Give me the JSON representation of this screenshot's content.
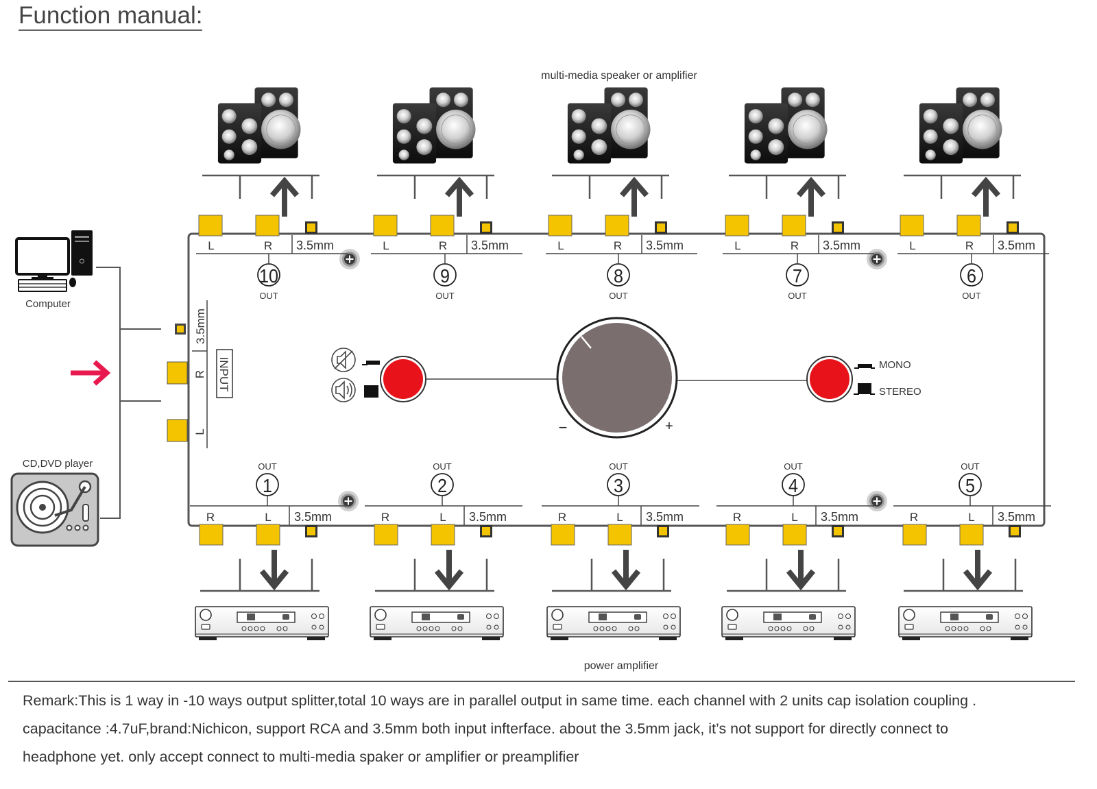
{
  "title": "Function manual:",
  "sources": {
    "computer_label": "Computer",
    "cd_label": "CD,DVD player"
  },
  "input": {
    "label": "INPUT",
    "jack_35_label": "3.5mm",
    "r_label": "R",
    "l_label": "L"
  },
  "top_caption": "multi-media speaker or amplifier",
  "bottom_caption": "power amplifier",
  "jack_label": "3.5mm",
  "out_label": "OUT",
  "top_outputs": [
    {
      "number": "10",
      "left_label": "L",
      "right_label": "R"
    },
    {
      "number": "9",
      "left_label": "L",
      "right_label": "R"
    },
    {
      "number": "8",
      "left_label": "L",
      "right_label": "R"
    },
    {
      "number": "7",
      "left_label": "L",
      "right_label": "R"
    },
    {
      "number": "6",
      "left_label": "L",
      "right_label": "R"
    }
  ],
  "bottom_outputs": [
    {
      "number": "1",
      "left_label": "R",
      "right_label": "L"
    },
    {
      "number": "2",
      "left_label": "R",
      "right_label": "L"
    },
    {
      "number": "3",
      "left_label": "R",
      "right_label": "L"
    },
    {
      "number": "4",
      "left_label": "R",
      "right_label": "L"
    },
    {
      "number": "5",
      "left_label": "R",
      "right_label": "L"
    }
  ],
  "knob": {
    "minus_label": "−",
    "plus_label": "+"
  },
  "mode_switch": {
    "mono_label": "MONO",
    "stereo_label": "STEREO"
  },
  "remark_lines": [
    "Remark:This is 1 way in -10 ways  output splitter,total 10 ways are in parallel output in same time. each channel with 2 units cap isolation coupling .",
    "capacitance :4.7uF,brand:Nichicon, support RCA and 3.5mm both input infterface. about the 3.5mm jack, it’s not support for directly connect to",
    "headphone yet. only accept connect to multi-media spaker or amplifier or preamplifier"
  ],
  "colors": {
    "rca_yellow": "#f5c400",
    "button_red": "#e8131a",
    "knob_gray": "#7a6e6e",
    "arrow_pink": "#e8194e",
    "line_gray": "#555555"
  }
}
